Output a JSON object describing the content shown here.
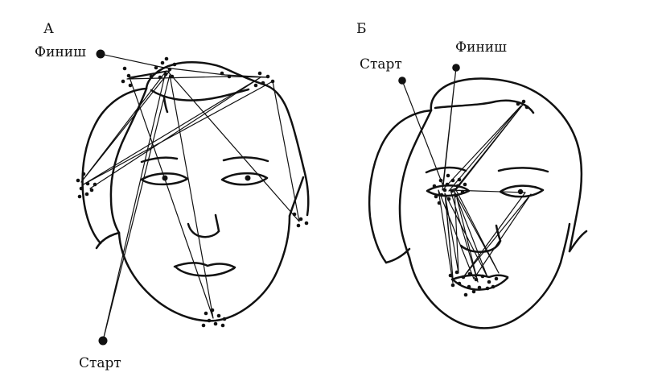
{
  "panels": [
    {
      "letter": "А",
      "start_label": "Старт",
      "finish_label": "Финиш"
    },
    {
      "letter": "Б",
      "start_label": "Старт",
      "finish_label": "Финиш"
    }
  ],
  "colors": {
    "ink": "#111111",
    "background": "#ffffff"
  }
}
